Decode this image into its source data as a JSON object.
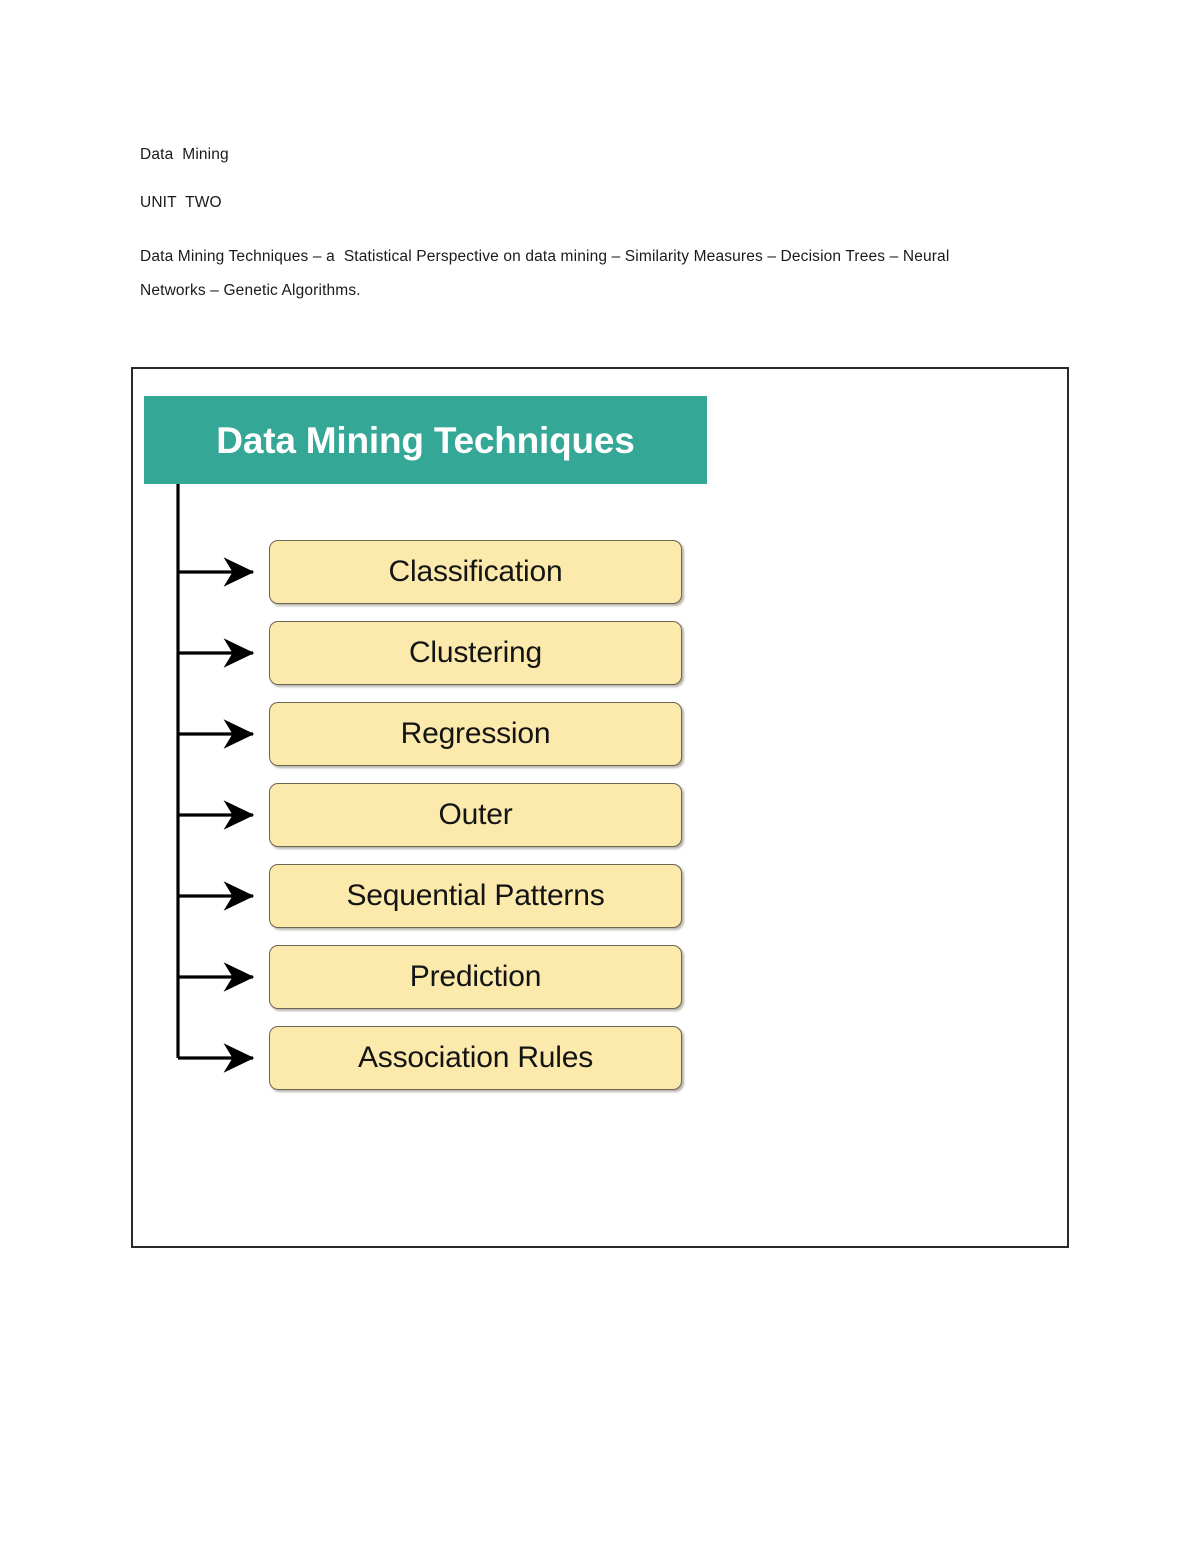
{
  "document": {
    "heading": "Data  Mining",
    "unit": "UNIT  TWO",
    "syllabus": "Data Mining Techniques – a  Statistical Perspective on data mining – Similarity Measures – Decision Trees – Neural Networks – Genetic Algorithms."
  },
  "diagram": {
    "title": "Data Mining Techniques",
    "colors": {
      "header_fill": "#35a796",
      "header_text": "#ffffff",
      "box_fill": "#fbeaac",
      "box_border": "#6e6552",
      "box_text": "#141414",
      "connector": "#000000",
      "frame_border": "#2a2a2a"
    },
    "techniques": [
      {
        "label": "Classification"
      },
      {
        "label": "Clustering"
      },
      {
        "label": "Regression"
      },
      {
        "label": "Outer"
      },
      {
        "label": "Sequential Patterns"
      },
      {
        "label": "Prediction"
      },
      {
        "label": "Association Rules"
      }
    ]
  }
}
